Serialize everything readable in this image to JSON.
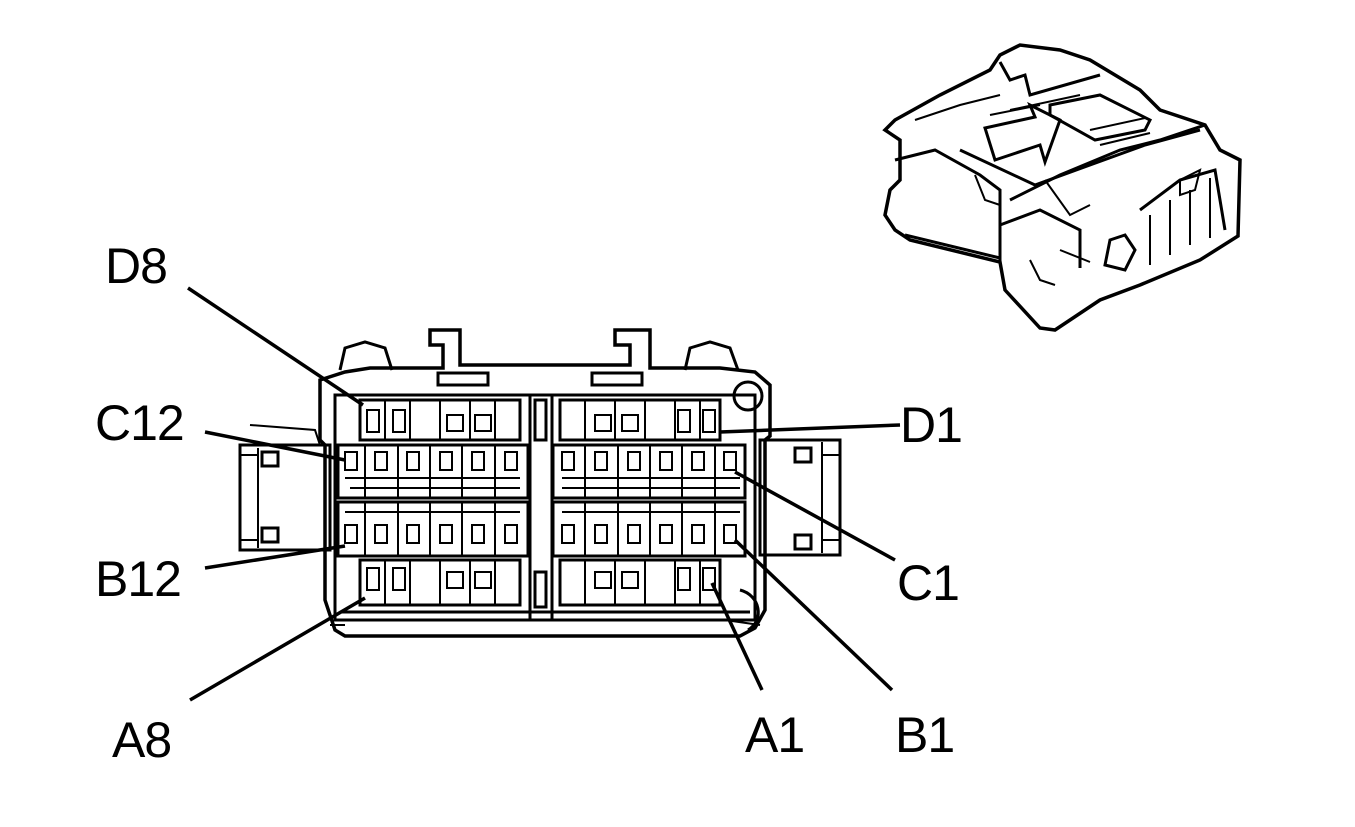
{
  "diagram": {
    "pin_labels": {
      "d8": "D8",
      "c12": "C12",
      "b12": "B12",
      "a8": "A8",
      "d1": "D1",
      "c1": "C1",
      "a1": "A1",
      "b1": "B1"
    },
    "colors": {
      "line": "#000000",
      "background": "#ffffff"
    }
  }
}
